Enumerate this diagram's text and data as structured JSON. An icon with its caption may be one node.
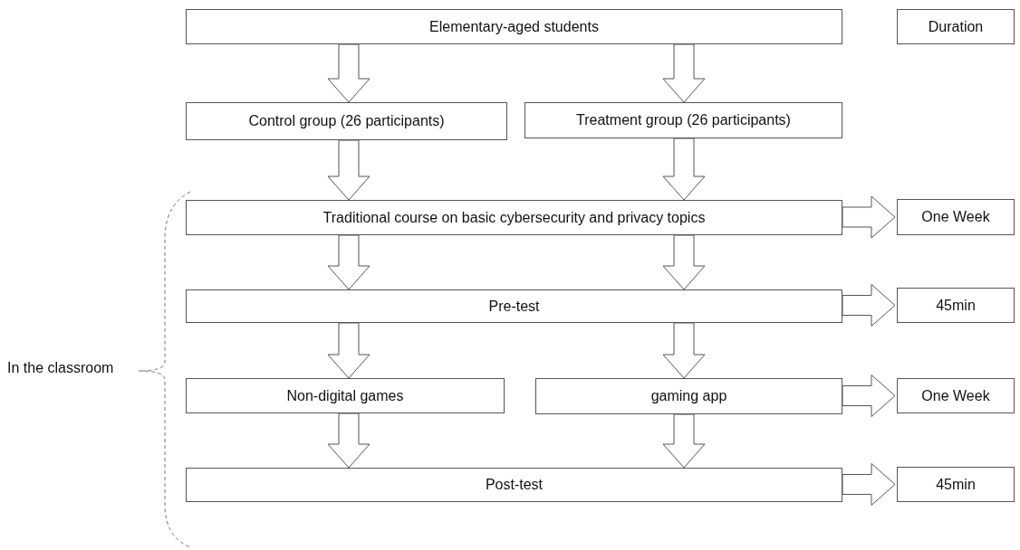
{
  "diagram": {
    "nodes": [
      {
        "text": [
          "Elementary-aged students"
        ]
      },
      {
        "text": [
          "Duration"
        ]
      },
      {
        "text": [
          "Control group (26 participants)"
        ]
      },
      {
        "text": [
          "Treatment group (26 participants)"
        ]
      },
      {
        "text": [
          "Traditional course on basic cybersecurity and privacy topics"
        ]
      },
      {
        "text": [
          "One Week"
        ]
      },
      {
        "text": [
          "Pre-test"
        ]
      },
      {
        "text": [
          "45min"
        ]
      },
      {
        "text": [
          "Non-digital games"
        ]
      },
      {
        "text": [
          "gaming app"
        ]
      },
      {
        "text": [
          "One Week"
        ]
      },
      {
        "text": [
          "Post-test"
        ]
      },
      {
        "text": [
          "45min"
        ]
      }
    ],
    "edges": [
      {
        "from": 0,
        "to": 2,
        "arrow": "to"
      },
      {
        "from": 0,
        "to": 3,
        "arrow": "to"
      },
      {
        "from": 2,
        "to": 4,
        "arrow": "to"
      },
      {
        "from": 3,
        "to": 4,
        "arrow": "to"
      },
      {
        "from": 4,
        "to": 5,
        "arrow": "to"
      },
      {
        "from": 4,
        "to": 6,
        "arrow": "to"
      },
      {
        "from": 4,
        "to": 6,
        "arrow": "to"
      },
      {
        "from": 6,
        "to": 7,
        "arrow": "to"
      },
      {
        "from": 6,
        "to": 8,
        "arrow": "to"
      },
      {
        "from": 6,
        "to": 9,
        "arrow": "to"
      },
      {
        "from": 9,
        "to": 10,
        "arrow": "to"
      },
      {
        "from": 8,
        "to": 11,
        "arrow": "to"
      },
      {
        "from": 9,
        "to": 11,
        "arrow": "to"
      },
      {
        "from": 11,
        "to": 12,
        "arrow": "to"
      }
    ],
    "labels": [
      "In the classroom"
    ]
  }
}
